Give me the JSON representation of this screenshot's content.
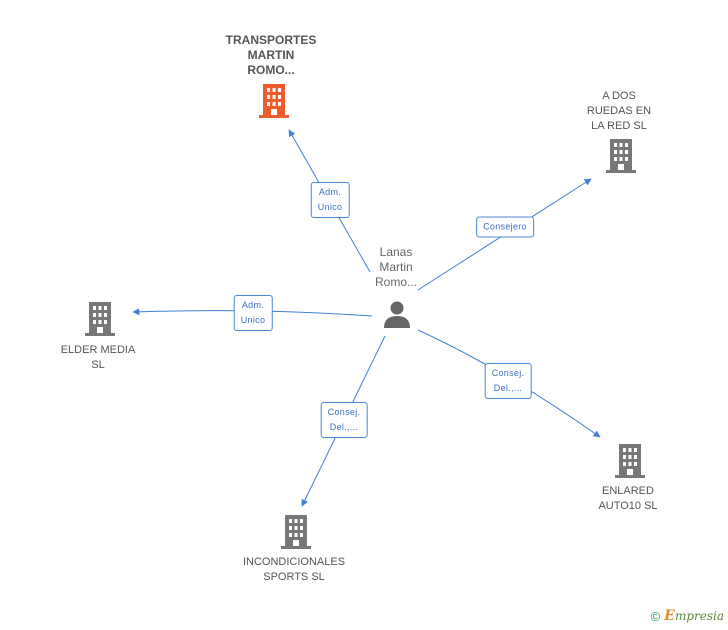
{
  "center": {
    "name_lines": [
      "Lanas",
      "Martin",
      "Romo..."
    ],
    "icon": "person-icon"
  },
  "nodes": [
    {
      "id": "transportes",
      "lines": [
        "TRANSPORTES",
        "MARTIN",
        "ROMO..."
      ],
      "icon": "building-icon",
      "color": "#f15a2b",
      "focus": true
    },
    {
      "id": "adosruedas",
      "lines": [
        "A DOS",
        "RUEDAS EN",
        "LA RED SL"
      ],
      "icon": "building-icon",
      "color": "#777777"
    },
    {
      "id": "eldermedia",
      "lines": [
        "ELDER MEDIA",
        "SL"
      ],
      "icon": "building-icon",
      "color": "#777777"
    },
    {
      "id": "enlared",
      "lines": [
        "ENLARED",
        "AUTO10 SL"
      ],
      "icon": "building-icon",
      "color": "#777777"
    },
    {
      "id": "incondicionales",
      "lines": [
        "INCONDICIONALES",
        "SPORTS SL"
      ],
      "icon": "building-icon",
      "color": "#777777"
    }
  ],
  "edges": [
    {
      "to": "transportes",
      "lines": [
        "Adm.",
        "Unico"
      ]
    },
    {
      "to": "adosruedas",
      "lines": [
        "Consejero"
      ]
    },
    {
      "to": "eldermedia",
      "lines": [
        "Adm.",
        "Unico"
      ]
    },
    {
      "to": "enlared",
      "lines": [
        "Consej.",
        "Del.,..."
      ]
    },
    {
      "to": "incondicionales",
      "lines": [
        "Consej.",
        "Del.,..."
      ]
    }
  ],
  "colors": {
    "edge": "#3f7fd4",
    "building": "#777777",
    "focus_building": "#f15a2b",
    "person": "#666666"
  },
  "footer": {
    "copyright_symbol": "©",
    "brand": "Empresia",
    "brand_initial": "E",
    "brand_rest": "mpresia"
  }
}
